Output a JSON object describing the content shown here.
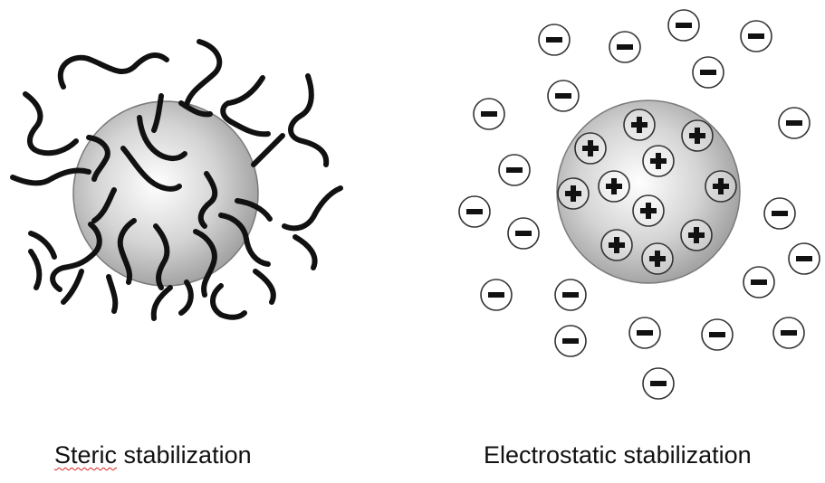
{
  "diagrams": [
    {
      "id": "steric",
      "caption_word": "Steric",
      "caption_rest": " stabilization"
    },
    {
      "id": "electrostatic",
      "caption": "Electrostatic stabilization",
      "inner_charge": "+",
      "outer_charge": "−"
    }
  ],
  "colors": {
    "sphere_light": "#ffffff",
    "sphere_dark": "#9a9a9a",
    "chain": "#111111",
    "ion_fill": "#ffffff",
    "ion_stroke": "#333333"
  }
}
